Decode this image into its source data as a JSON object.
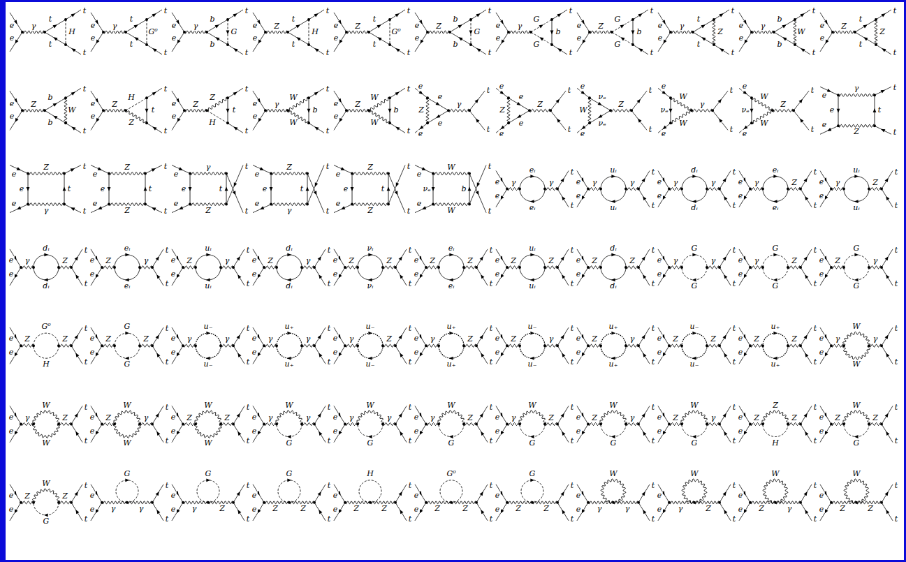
{
  "diagram": {
    "labels": [
      "e",
      "e",
      "γ",
      "t",
      "H",
      "t",
      "t",
      "t",
      "e",
      "e",
      "γ",
      "t",
      "G⁰",
      "t",
      "t",
      "t",
      "e",
      "e",
      "γ",
      "b",
      "G",
      "b",
      "t",
      "t",
      "e",
      "e",
      "Z",
      "t",
      "H",
      "t",
      "t",
      "t",
      "e",
      "e",
      "Z",
      "t",
      "G⁰",
      "t",
      "t",
      "t",
      "e",
      "e",
      "Z",
      "b",
      "G",
      "b",
      "t",
      "t",
      "e",
      "e",
      "γ",
      "G",
      "b",
      "G",
      "t",
      "t",
      "e",
      "e",
      "Z",
      "G",
      "b",
      "G",
      "t",
      "t",
      "e",
      "e",
      "γ",
      "t",
      "Z",
      "t",
      "t",
      "t",
      "e",
      "e",
      "γ",
      "b",
      "W",
      "b",
      "t",
      "t",
      "e",
      "e",
      "Z",
      "t",
      "Z",
      "t",
      "t",
      "t",
      "e",
      "e",
      "Z",
      "b",
      "W",
      "b",
      "t",
      "t",
      "e",
      "e",
      "Z",
      "H",
      "t",
      "Z",
      "t",
      "t",
      "e",
      "e",
      "Z",
      "Z",
      "t",
      "H",
      "t",
      "t",
      "e",
      "e",
      "γ",
      "W",
      "b",
      "W",
      "t",
      "t",
      "e",
      "e",
      "Z",
      "W",
      "b",
      "W",
      "t",
      "t",
      "e",
      "e",
      "e",
      "Z",
      "e",
      "γ",
      "t",
      "t",
      "e",
      "e",
      "e",
      "Z",
      "e",
      "Z",
      "t",
      "t",
      "e",
      "e",
      "νₑ",
      "W",
      "νₑ",
      "Z",
      "t",
      "t",
      "e",
      "e",
      "W",
      "νₑ",
      "W",
      "γ",
      "t",
      "t",
      "e",
      "e",
      "W",
      "νₑ",
      "W",
      "Z",
      "t",
      "t",
      "e",
      "e",
      "γ",
      "e",
      "t",
      "Z",
      "t",
      "t",
      "e",
      "e",
      "Z",
      "e",
      "t",
      "γ",
      "t",
      "t",
      "e",
      "e",
      "Z",
      "e",
      "t",
      "Z",
      "t",
      "t",
      "e",
      "e",
      "γ",
      "e",
      "t",
      "Z",
      "t",
      "t",
      "e",
      "e",
      "Z",
      "e",
      "t",
      "γ",
      "t",
      "t",
      "e",
      "e",
      "Z",
      "e",
      "t",
      "Z",
      "t",
      "t",
      "e",
      "e",
      "W",
      "νₑ",
      "b",
      "W",
      "t",
      "t",
      "e",
      "e",
      "γ",
      "eᵢ",
      "eᵢ",
      "γ",
      "t",
      "t",
      "e",
      "e",
      "γ",
      "uᵢ",
      "uᵢ",
      "γ",
      "t",
      "t",
      "e",
      "e",
      "γ",
      "dᵢ",
      "dᵢ",
      "γ",
      "t",
      "t",
      "e",
      "e",
      "γ",
      "eᵢ",
      "eᵢ",
      "Z",
      "t",
      "t",
      "e",
      "e",
      "γ",
      "uᵢ",
      "uᵢ",
      "Z",
      "t",
      "t",
      "e",
      "e",
      "γ",
      "dᵢ",
      "dᵢ",
      "Z",
      "t",
      "t",
      "e",
      "e",
      "Z",
      "eᵢ",
      "eᵢ",
      "γ",
      "t",
      "t",
      "e",
      "e",
      "Z",
      "uᵢ",
      "uᵢ",
      "γ",
      "t",
      "t",
      "e",
      "e",
      "Z",
      "dᵢ",
      "dᵢ",
      "γ",
      "t",
      "t",
      "e",
      "e",
      "Z",
      "νᵢ",
      "νᵢ",
      "Z",
      "t",
      "t",
      "e",
      "e",
      "Z",
      "eᵢ",
      "eᵢ",
      "Z",
      "t",
      "t",
      "e",
      "e",
      "Z",
      "uᵢ",
      "uᵢ",
      "Z",
      "t",
      "t",
      "e",
      "e",
      "Z",
      "dᵢ",
      "dᵢ",
      "Z",
      "t",
      "t",
      "e",
      "e",
      "γ",
      "G",
      "G",
      "γ",
      "t",
      "t",
      "e",
      "e",
      "γ",
      "G",
      "G",
      "Z",
      "t",
      "t",
      "e",
      "e",
      "Z",
      "G",
      "G",
      "γ",
      "t",
      "t",
      "e",
      "e",
      "Z",
      "G⁰",
      "H",
      "Z",
      "t",
      "t",
      "e",
      "e",
      "Z",
      "G",
      "G",
      "Z",
      "t",
      "t",
      "e",
      "e",
      "γ",
      "u₋",
      "u₋",
      "γ",
      "t",
      "t",
      "e",
      "e",
      "γ",
      "u₊",
      "u₊",
      "γ",
      "t",
      "t",
      "e",
      "e",
      "γ",
      "u₋",
      "u₋",
      "Z",
      "t",
      "t",
      "e",
      "e",
      "γ",
      "u₊",
      "u₊",
      "Z",
      "t",
      "t",
      "e",
      "e",
      "Z",
      "u₋",
      "u₋",
      "γ",
      "t",
      "t",
      "e",
      "e",
      "Z",
      "u₊",
      "u₊",
      "γ",
      "t",
      "t",
      "e",
      "e",
      "Z",
      "u₋",
      "u₋",
      "Z",
      "t",
      "t",
      "e",
      "e",
      "Z",
      "u₊",
      "u₊",
      "Z",
      "t",
      "t",
      "e",
      "e",
      "γ",
      "W",
      "W",
      "γ",
      "t",
      "t",
      "e",
      "e",
      "γ",
      "W",
      "W",
      "Z",
      "t",
      "t",
      "e",
      "e",
      "Z",
      "W",
      "W",
      "γ",
      "t",
      "t",
      "e",
      "e",
      "Z",
      "W",
      "W",
      "Z",
      "t",
      "t",
      "e",
      "e",
      "γ",
      "W",
      "G",
      "γ",
      "t",
      "t",
      "e",
      "e",
      "γ",
      "W",
      "G",
      "γ",
      "t",
      "t",
      "e",
      "e",
      "γ",
      "W",
      "G",
      "Z",
      "t",
      "t",
      "e",
      "e",
      "γ",
      "W",
      "G",
      "Z",
      "t",
      "t",
      "e",
      "e",
      "Z",
      "W",
      "G",
      "γ",
      "t",
      "t",
      "e",
      "e",
      "Z",
      "W",
      "G",
      "γ",
      "t",
      "t",
      "e",
      "e",
      "Z",
      "Z",
      "H",
      "Z",
      "t",
      "t",
      "e",
      "e",
      "Z",
      "W",
      "G",
      "Z",
      "t",
      "t",
      "e",
      "e",
      "Z",
      "W",
      "G",
      "Z",
      "t",
      "t",
      "e",
      "e",
      "G",
      "γ",
      "γ",
      "t",
      "t",
      "e",
      "e",
      "G",
      "γ",
      "Z",
      "t",
      "t",
      "e",
      "e",
      "G",
      "Z",
      "Z",
      "t",
      "t",
      "e",
      "e",
      "H",
      "Z",
      "Z",
      "t",
      "t",
      "e",
      "e",
      "G⁰",
      "Z",
      "Z",
      "t",
      "t",
      "e",
      "e",
      "G",
      "Z",
      "Z",
      "t",
      "t",
      "e",
      "e",
      "W",
      "γ",
      "γ",
      "t",
      "t",
      "e",
      "e",
      "W",
      "γ",
      "Z",
      "t",
      "t",
      "e",
      "e",
      "W",
      "Z",
      "γ",
      "t",
      "t",
      "e",
      "e",
      "W",
      "Z",
      "Z",
      "t",
      "t"
    ]
  }
}
